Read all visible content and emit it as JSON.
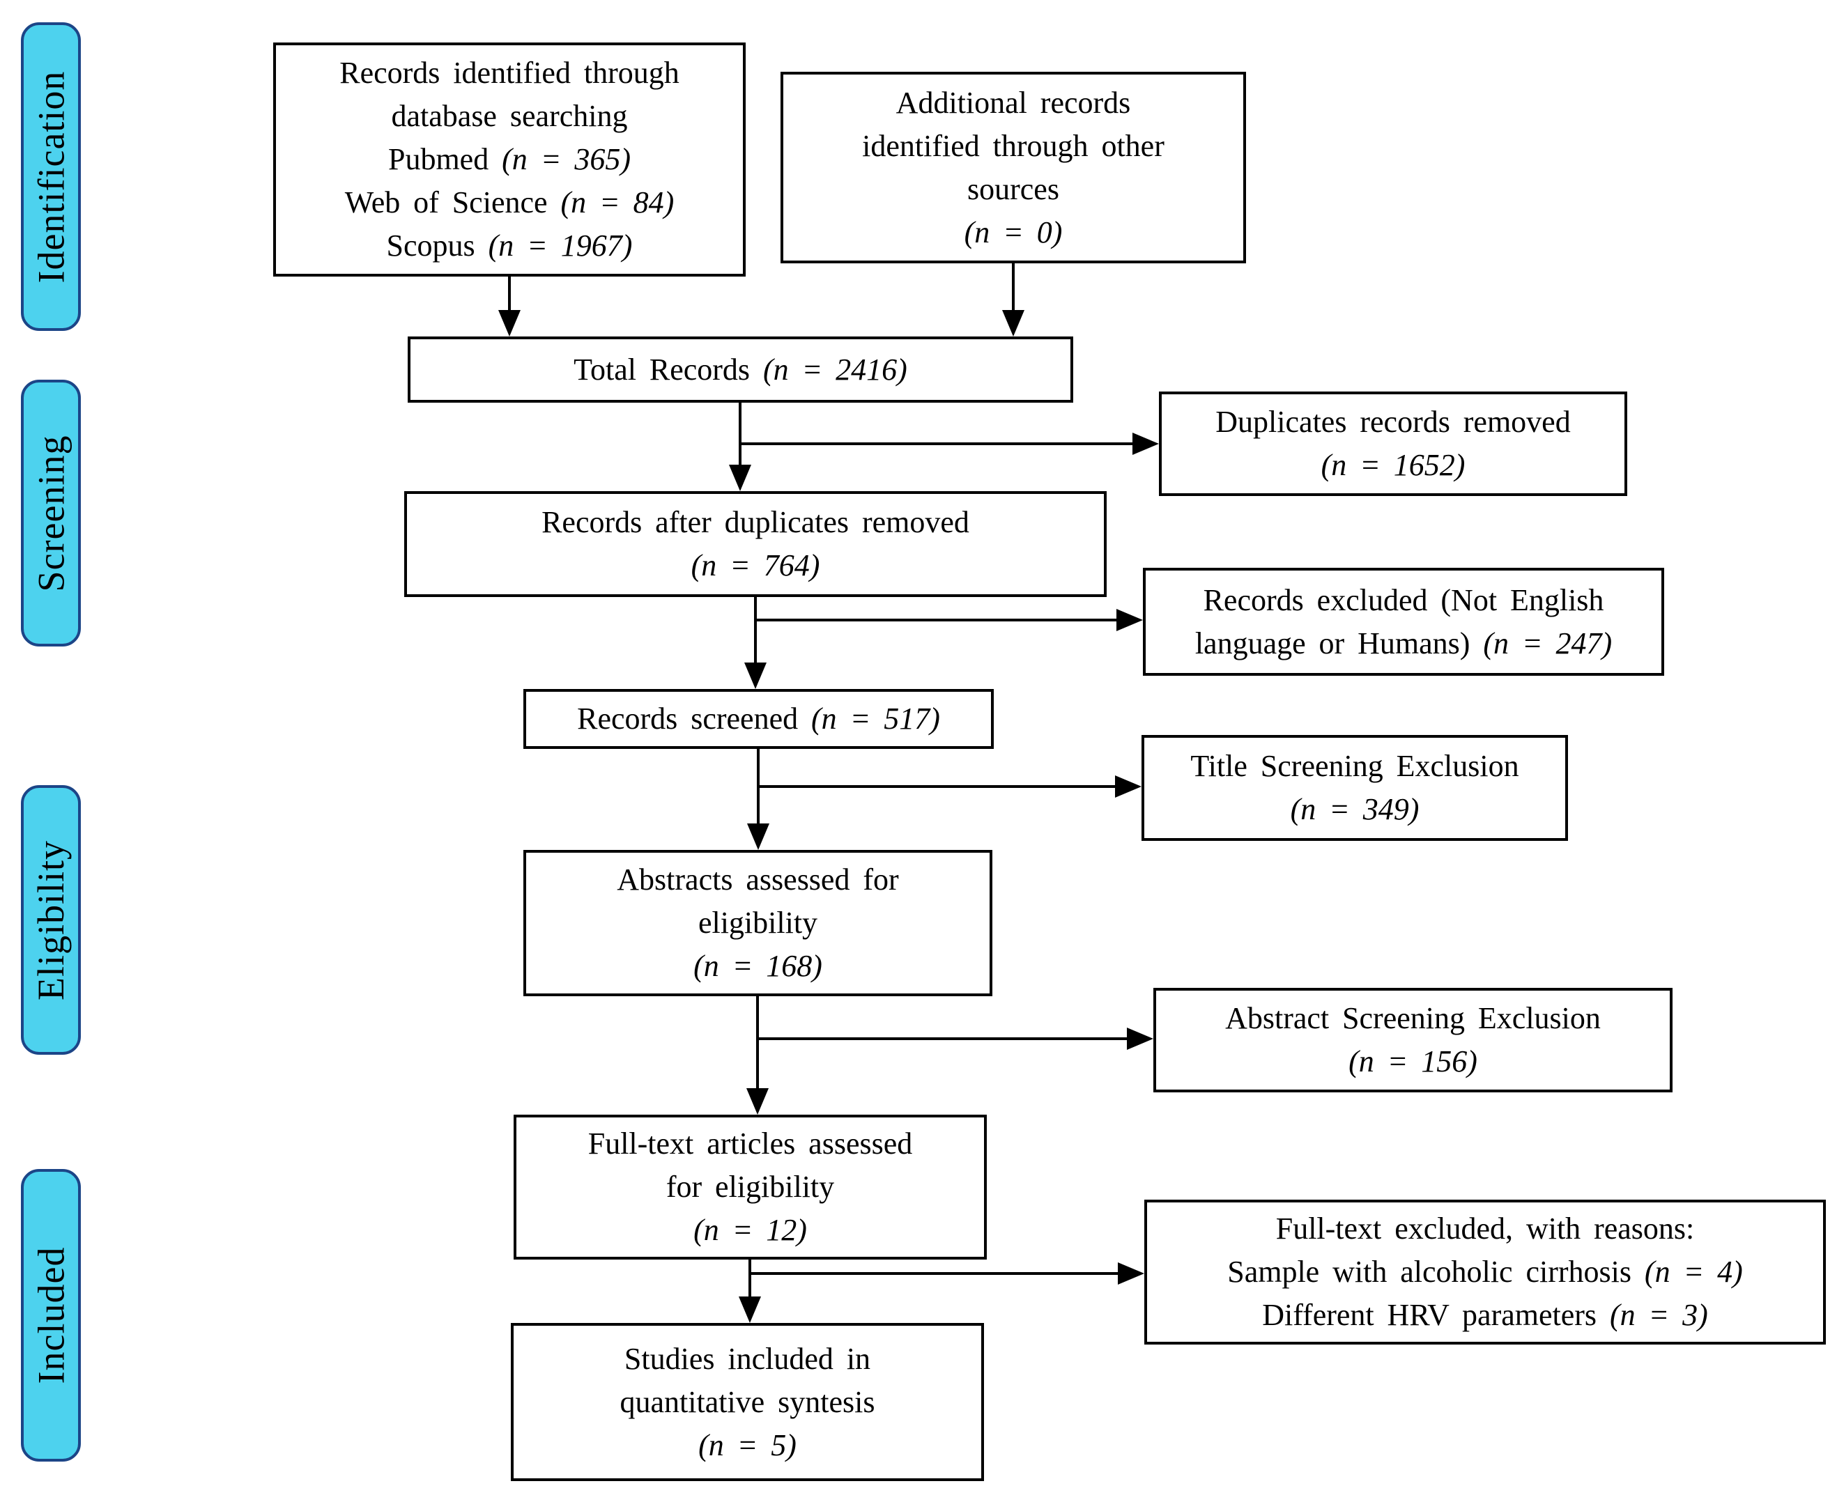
{
  "colors": {
    "stage_fill": "#4DD2EE",
    "stage_border": "#1C4587",
    "box_border": "#000000",
    "background": "#FFFFFF",
    "text": "#000000"
  },
  "sidebar": {
    "stages": [
      {
        "label": "Identification"
      },
      {
        "label": "Screening"
      },
      {
        "label": "Eligibility"
      },
      {
        "label": "Included"
      }
    ]
  },
  "flow": {
    "records_identified": {
      "text": "Records identified through\ndatabase searching\nPubmed (n = 365)\nWeb of Science (n = 84)\nScopus (n = 1967)"
    },
    "additional_records": {
      "text": "Additional records\nidentified through other\nsources\n(n = 0)"
    },
    "total_records": {
      "text": "Total Records (n = 2416)"
    },
    "duplicates_removed": {
      "text": "Duplicates records removed\n(n = 1652)"
    },
    "after_duplicates": {
      "text": "Records after duplicates removed\n(n = 764)"
    },
    "records_excluded": {
      "text": "Records excluded (Not English\nlanguage or Humans) (n = 247)"
    },
    "records_screened": {
      "text": "Records screened (n = 517)"
    },
    "title_screening_exclusion": {
      "text": "Title Screening Exclusion\n(n = 349)"
    },
    "abstracts_assessed": {
      "text": "Abstracts assessed for\neligibility\n(n = 168)"
    },
    "abstract_screening_exclusion": {
      "text": "Abstract Screening Exclusion\n(n = 156)"
    },
    "fulltext_assessed": {
      "text": "Full-text articles assessed\nfor eligibility\n(n = 12)"
    },
    "fulltext_excluded": {
      "text": "Full-text excluded, with reasons:\nSample with alcoholic cirrhosis (n = 4)\nDifferent HRV parameters (n = 3)"
    },
    "studies_included": {
      "text": "Studies included in\nquantitative syntesis\n(n = 5)"
    }
  }
}
